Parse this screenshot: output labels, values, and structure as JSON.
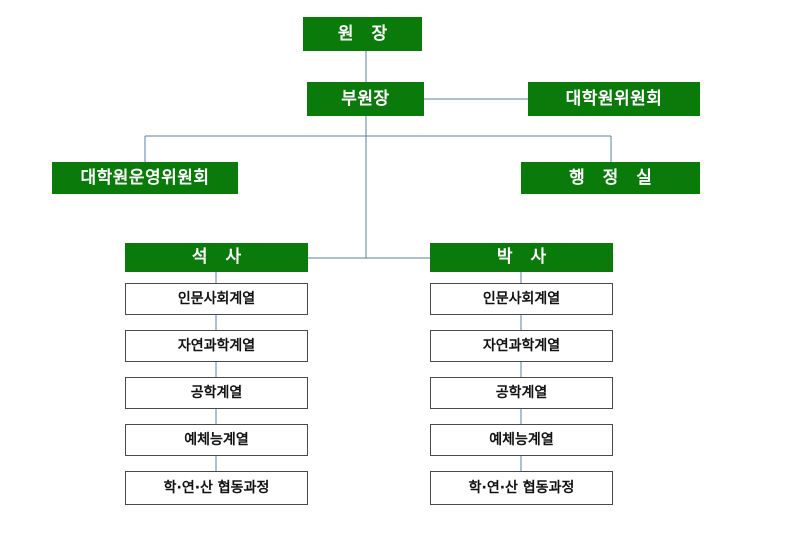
{
  "chart_data": {
    "type": "diagram",
    "title": "",
    "diagram_kind": "organizational-chart",
    "orientation": "top-down",
    "colors": {
      "node_fill_primary": "#0a7a0a",
      "node_text_primary": "#ffffff",
      "node_fill_secondary": "#ffffff",
      "node_text_secondary": "#111111",
      "node_border_secondary": "#4a4a4a",
      "connector": "#5b7fa6",
      "background": "#ffffff"
    },
    "nodes": [
      {
        "id": "director",
        "label": "원 장",
        "level": 0,
        "style": "green"
      },
      {
        "id": "vice-director",
        "label": "부원장",
        "level": 1,
        "style": "green"
      },
      {
        "id": "grad-committee",
        "label": "대학원위원회",
        "level": 1,
        "style": "green"
      },
      {
        "id": "grad-steering-committee",
        "label": "대학원운영위원회",
        "level": 2,
        "style": "green"
      },
      {
        "id": "admin-office",
        "label": "행 정 실",
        "level": 2,
        "style": "green"
      },
      {
        "id": "masters",
        "label": "석 사",
        "level": 3,
        "style": "green"
      },
      {
        "id": "doctorate",
        "label": "박 사",
        "level": 3,
        "style": "green"
      }
    ],
    "edges": [
      {
        "from": "director",
        "to": "vice-director"
      },
      {
        "from": "vice-director",
        "to": "grad-committee"
      },
      {
        "from": "vice-director",
        "to": "grad-steering-committee"
      },
      {
        "from": "vice-director",
        "to": "admin-office"
      },
      {
        "from": "vice-director",
        "to": "masters"
      },
      {
        "from": "vice-director",
        "to": "doctorate"
      }
    ]
  },
  "nodes": {
    "director": {
      "label": "원 장"
    },
    "vice_director": {
      "label": "부원장"
    },
    "grad_committee": {
      "label": "대학원위원회"
    },
    "grad_steering_committee": {
      "label": "대학원운영위원회"
    },
    "admin_office": {
      "label": "행 정 실"
    },
    "masters": {
      "label": "석 사"
    },
    "doctorate": {
      "label": "박 사"
    }
  },
  "programs": {
    "masters": [
      {
        "label": "인문사회계열"
      },
      {
        "label": "자연과학계열"
      },
      {
        "label": "공학계열"
      },
      {
        "label": "예체능계열"
      },
      {
        "label": "학·연·산 협동과정"
      }
    ],
    "doctorate": [
      {
        "label": "인문사회계열"
      },
      {
        "label": "자연과학계열"
      },
      {
        "label": "공학계열"
      },
      {
        "label": "예체능계열"
      },
      {
        "label": "학·연·산 협동과정"
      }
    ]
  }
}
